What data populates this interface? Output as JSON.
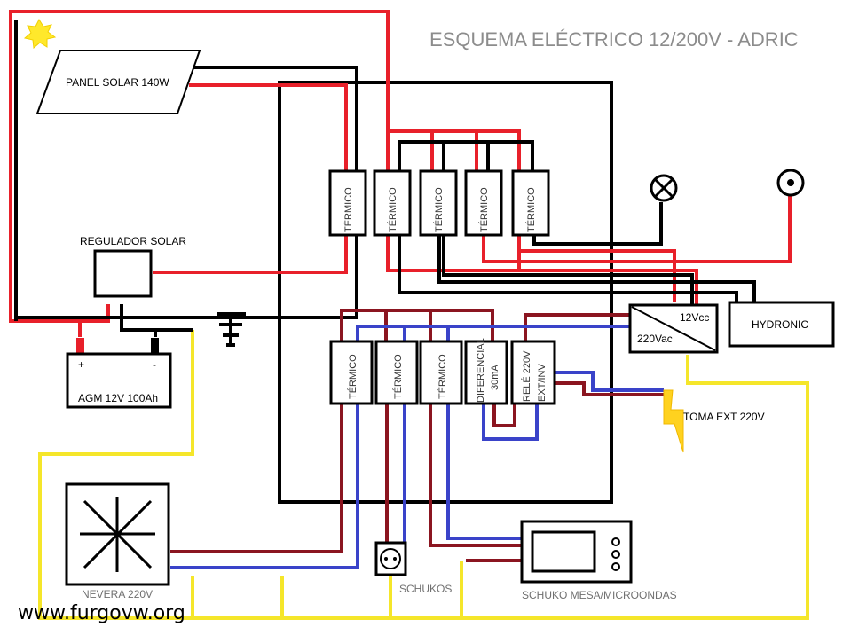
{
  "title": "ESQUEMA ELÉCTRICO 12/200V - ADRIC",
  "panel_label": "PANEL SOLAR 140W",
  "regulator_label": "REGULADOR SOLAR",
  "battery": {
    "label": "AGM 12V 100Ah",
    "plus": "+",
    "minus": "-"
  },
  "breaker_label": "TÉRMICO",
  "diferencial": {
    "line1": "DIFERENCIAL",
    "line2": "30mA"
  },
  "rele": {
    "line1": "RELÉ 220V",
    "line2": "EXT/INV"
  },
  "inverter": {
    "dc": "12Vcc",
    "ac": "220Vac"
  },
  "hydronic_label": "HYDRONIC",
  "toma_ext_label": "TOMA EXT 220V",
  "nevera_label": "NEVERA 220V",
  "schukos_label": "SCHUKOS",
  "microondas_label": "SCHUKO MESA/MICROONDAS",
  "website": "www.furgovw.org",
  "colors": {
    "positive": "#e8202a",
    "negative": "#000000",
    "ac_phase": "#8b1520",
    "ac_neutral": "#3a43c9",
    "ground": "#f5e62a"
  }
}
